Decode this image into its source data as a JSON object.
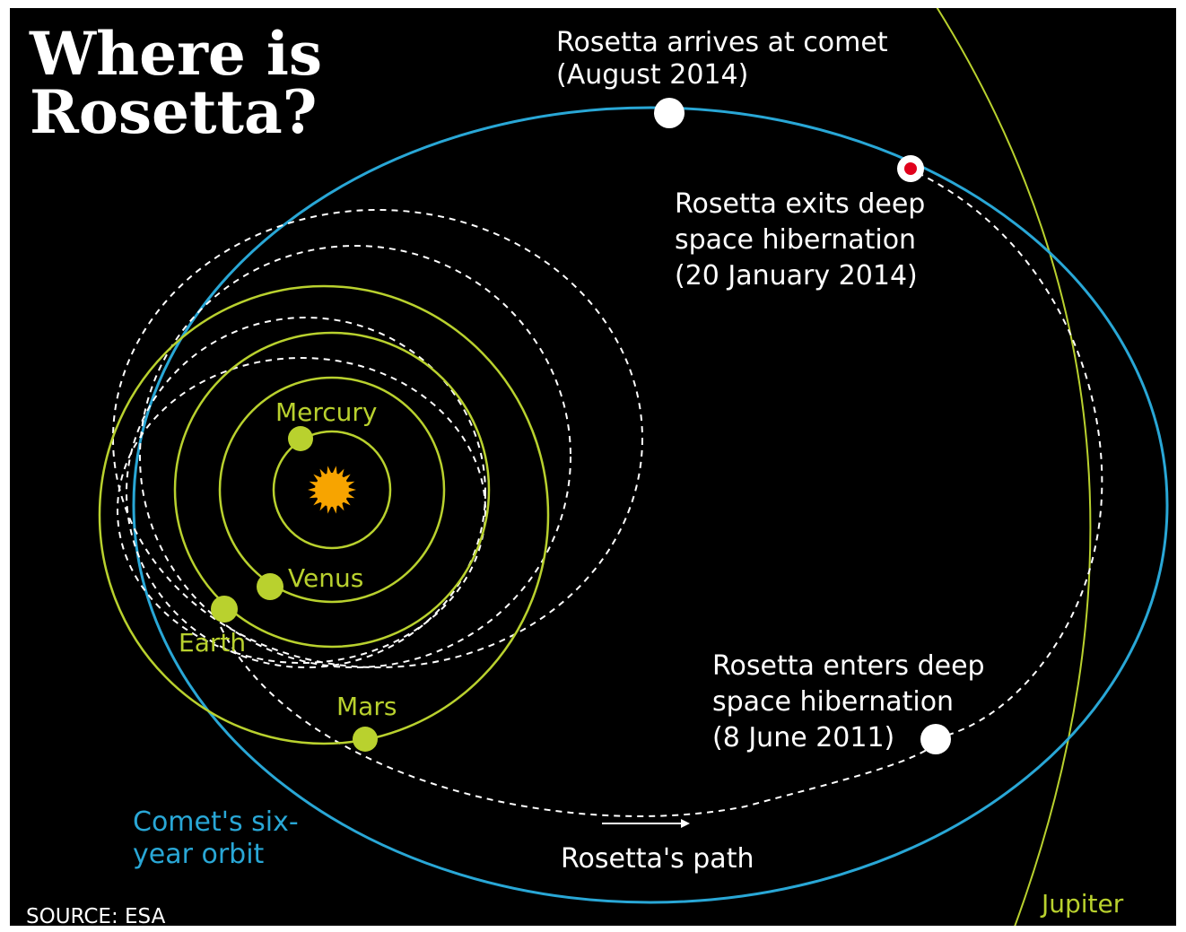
{
  "title": {
    "line1": "Where is",
    "line2": "Rosetta?"
  },
  "planets": {
    "mercury": "Mercury",
    "venus": "Venus",
    "earth": "Earth",
    "mars": "Mars",
    "jupiter": "Jupiter"
  },
  "events": {
    "arrives": {
      "line1": "Rosetta arrives at comet",
      "line2": "(August 2014)"
    },
    "exits": {
      "line1": "Rosetta exits deep",
      "line2": "space hibernation",
      "line3": "(20 January 2014)"
    },
    "enters": {
      "line1": "Rosetta enters deep",
      "line2": "space hibernation",
      "line3": "(8 June 2011)"
    }
  },
  "comet_orbit_label": {
    "line1": "Comet's six-",
    "line2": "year orbit"
  },
  "path_label": "Rosetta's path",
  "source": "SOURCE: ESA",
  "colors": {
    "background": "#000000",
    "planet_orbit": "#b9d12e",
    "comet_orbit": "#29a7d6",
    "rosetta_path": "#ffffff",
    "sun": "#f7a400",
    "hibernation_exit_marker": "#e0001b"
  }
}
